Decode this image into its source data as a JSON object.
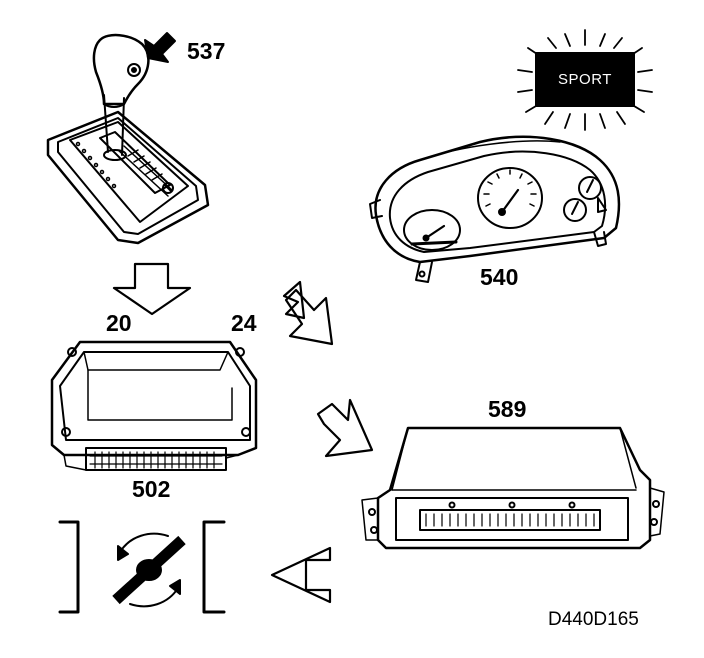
{
  "labels": {
    "shifter": "537",
    "cluster": "540",
    "num_20": "20",
    "num_24": "24",
    "ecm": "502",
    "tcm": "589",
    "drawing_ref": "D440D165"
  },
  "sport_indicator": "SPORT",
  "colors": {
    "ink": "#000000",
    "paper": "#ffffff"
  }
}
